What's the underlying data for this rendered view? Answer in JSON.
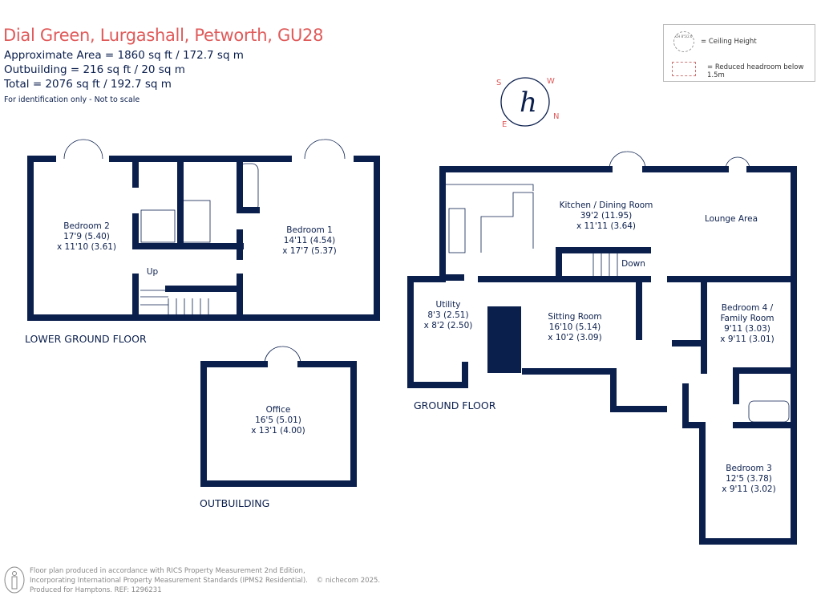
{
  "header": {
    "title": "Dial Green, Lurgashall, Petworth, GU28",
    "approx_area": "Approximate Area = 1860 sq ft / 172.7 sq m",
    "outbuilding_area": "Outbuilding = 216 sq ft / 20 sq m",
    "total_area": "Total = 2076 sq ft / 192.7 sq m",
    "disclaimer": "For identification only - Not to scale"
  },
  "legend": {
    "ceiling_height": "= Ceiling Height",
    "ch_symbol": "CH 8'5/2.6",
    "reduced_headroom": "= Reduced headroom below 1.5m"
  },
  "compass": {
    "s": "S",
    "w": "W",
    "n": "N",
    "e": "E",
    "logo": "h"
  },
  "floors": {
    "lower_ground": "LOWER GROUND FLOOR",
    "ground": "GROUND FLOOR",
    "outbuilding": "OUTBUILDING"
  },
  "rooms": {
    "bedroom2": {
      "name": "Bedroom 2",
      "dim1": "17'9 (5.40)",
      "dim2": "x 11'10 (3.61)"
    },
    "bedroom1": {
      "name": "Bedroom 1",
      "dim1": "14'11 (4.54)",
      "dim2": "x 17'7 (5.37)"
    },
    "up": "Up",
    "office": {
      "name": "Office",
      "dim1": "16'5 (5.01)",
      "dim2": "x 13'1 (4.00)"
    },
    "kitchen": {
      "name": "Kitchen / Dining Room",
      "dim1": "39'2 (11.95)",
      "dim2": "x 11'11 (3.64)"
    },
    "lounge": {
      "name": "Lounge Area"
    },
    "down": "Down",
    "utility": {
      "name": "Utility",
      "dim1": "8'3 (2.51)",
      "dim2": "x 8'2 (2.50)"
    },
    "sitting": {
      "name": "Sitting Room",
      "dim1": "16'10 (5.14)",
      "dim2": "x 10'2 (3.09)"
    },
    "bedroom4": {
      "name": "Bedroom 4 /",
      "name2": "Family Room",
      "dim1": "9'11 (3.03)",
      "dim2": "x 9'11 (3.01)"
    },
    "bedroom3": {
      "name": "Bedroom 3",
      "dim1": "12'5 (3.78)",
      "dim2": "x 9'11 (3.02)"
    }
  },
  "footer": {
    "line1": "Floor plan produced in accordance with RICS Property Measurement 2nd Edition,",
    "line2": "Incorporating International Property Measurement Standards (IPMS2 Residential).",
    "copyright": "© nichecom 2025.",
    "line3": "Produced for Hamptons.   REF: 1296231"
  },
  "colors": {
    "wall": "#0b1f4d",
    "accent": "#e05a5a"
  }
}
